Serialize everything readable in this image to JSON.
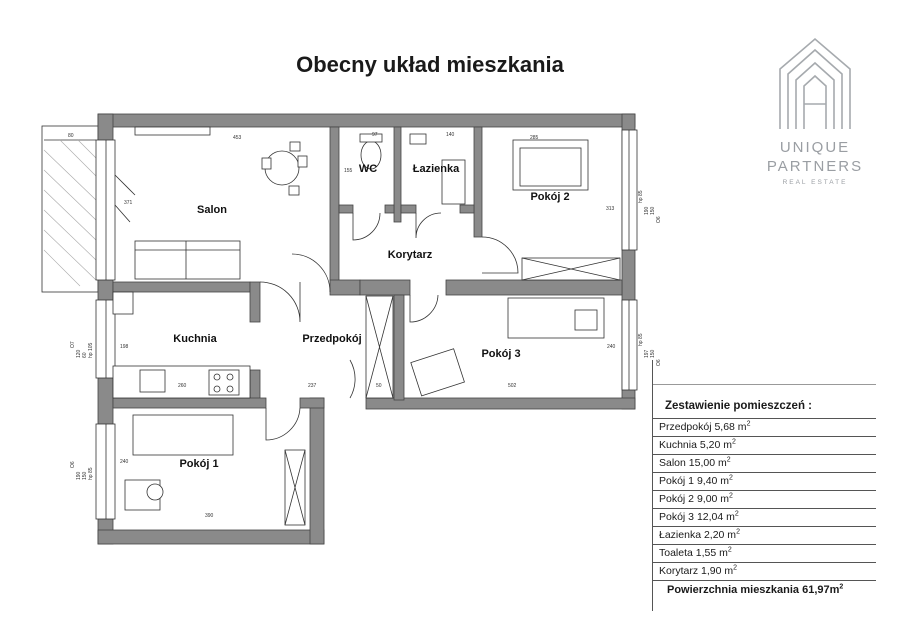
{
  "title": "Obecny układ mieszkania",
  "logo": {
    "line1": "UNIQUE",
    "line2": "PARTNERS",
    "line3": "REAL ESTATE"
  },
  "rooms": {
    "salon": "Salon",
    "wc": "WC",
    "lazienka": "Łazienka",
    "pokoj2": "Pokój 2",
    "korytarz": "Korytarz",
    "kuchnia": "Kuchnia",
    "przedpokoj": "Przedpokój",
    "pokoj3": "Pokój 3",
    "pokoj1": "Pokój 1"
  },
  "dimensions": {
    "balcony": "80",
    "salon_top": "453",
    "salon_side": "371",
    "wc_top": "97",
    "wc_side": "155",
    "lazienka_top": "140",
    "pokoj2_top": "285",
    "pokoj2_side": "313",
    "kuchnia_side": "198",
    "kuchnia_bottom": "260",
    "przedpokoj_bottom": "237",
    "przedpokoj_small": "50",
    "pokoj3_bottom": "502",
    "pokoj3_side": "240",
    "pokoj1_side": "240",
    "pokoj1_bottom": "390"
  },
  "windows": {
    "pokoj2": [
      "190",
      "150",
      "hp 85",
      "O6"
    ],
    "pokoj3": [
      "197",
      "150",
      "hp 85",
      "O6"
    ],
    "kuchnia": [
      "120",
      "60",
      "hp 105",
      "O7"
    ],
    "pokoj1": [
      "190",
      "150",
      "hp 85",
      "O6"
    ]
  },
  "summary": {
    "heading": "Zestawienie pomieszczeń :",
    "items": [
      {
        "name": "Przedpokój 5,68 m",
        "sup": "2"
      },
      {
        "name": "Kuchnia 5,20 m",
        "sup": "2"
      },
      {
        "name": "Salon 15,00 m",
        "sup": "2"
      },
      {
        "name": "Pokój 1 9,40 m",
        "sup": "2"
      },
      {
        "name": "Pokój 2 9,00 m",
        "sup": "2"
      },
      {
        "name": "Pokój 3 12,04 m",
        "sup": "2"
      },
      {
        "name": "Łazienka 2,20 m",
        "sup": "2"
      },
      {
        "name": "Toaleta 1,55 m",
        "sup": "2"
      },
      {
        "name": "Korytarz 1,90 m",
        "sup": "2"
      }
    ],
    "total": "Powierzchnia mieszkania 61,97m",
    "total_sup": "2"
  }
}
